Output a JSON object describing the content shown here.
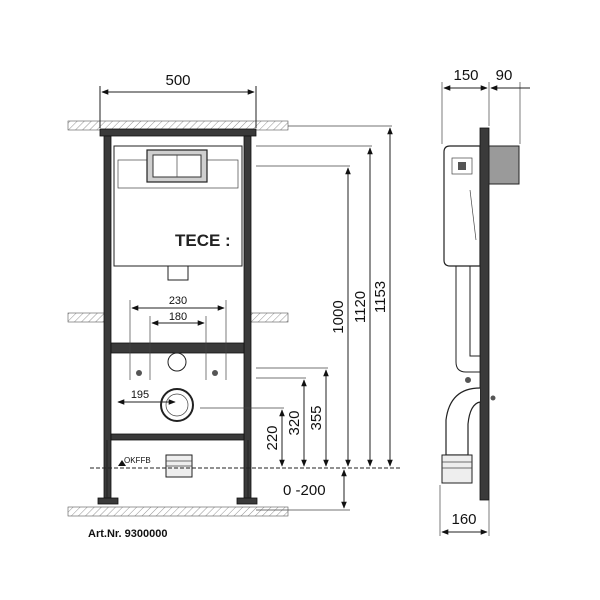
{
  "diagram": {
    "front_view": {
      "width_dim": "500",
      "dim_outlet_spacing_outer": "230",
      "dim_outlet_spacing_inner": "180",
      "dim_drain_offset": "195",
      "brand": "TECE",
      "floor_label": "OKFFB"
    },
    "vertical_dims": {
      "d220": "220",
      "d320": "320",
      "d355": "355",
      "d1000": "1000",
      "d1120": "1120",
      "d1153": "1153",
      "d_leg": "0 -200"
    },
    "side_view": {
      "depth_dim": "150",
      "offset_dim": "90",
      "bottom_dim": "160"
    },
    "article_number": "Art.Nr. 9300000"
  }
}
